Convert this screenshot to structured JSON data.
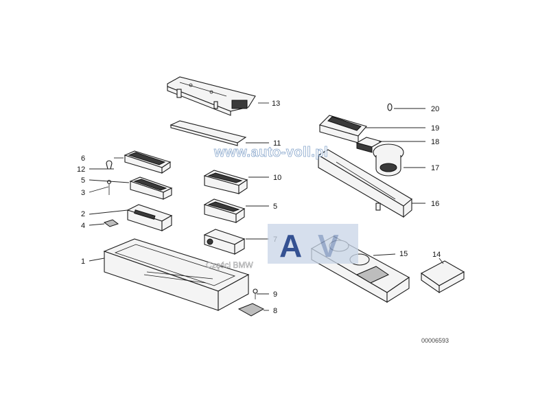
{
  "callouts": [
    "1",
    "2",
    "3",
    "4",
    "5",
    "6",
    "7",
    "8",
    "9",
    "10",
    "11",
    "12",
    "13",
    "14",
    "15",
    "16",
    "17",
    "18",
    "19",
    "20",
    "5"
  ],
  "watermark": {
    "url": "www.auto-voll.pl",
    "logo": "AV",
    "logo_caption": "Części BMW"
  },
  "document_number": "00006593",
  "colors": {
    "line": "#1a1a1a",
    "watermark_box": "#c9d6e8",
    "watermark_letter": "#1f3f87"
  }
}
